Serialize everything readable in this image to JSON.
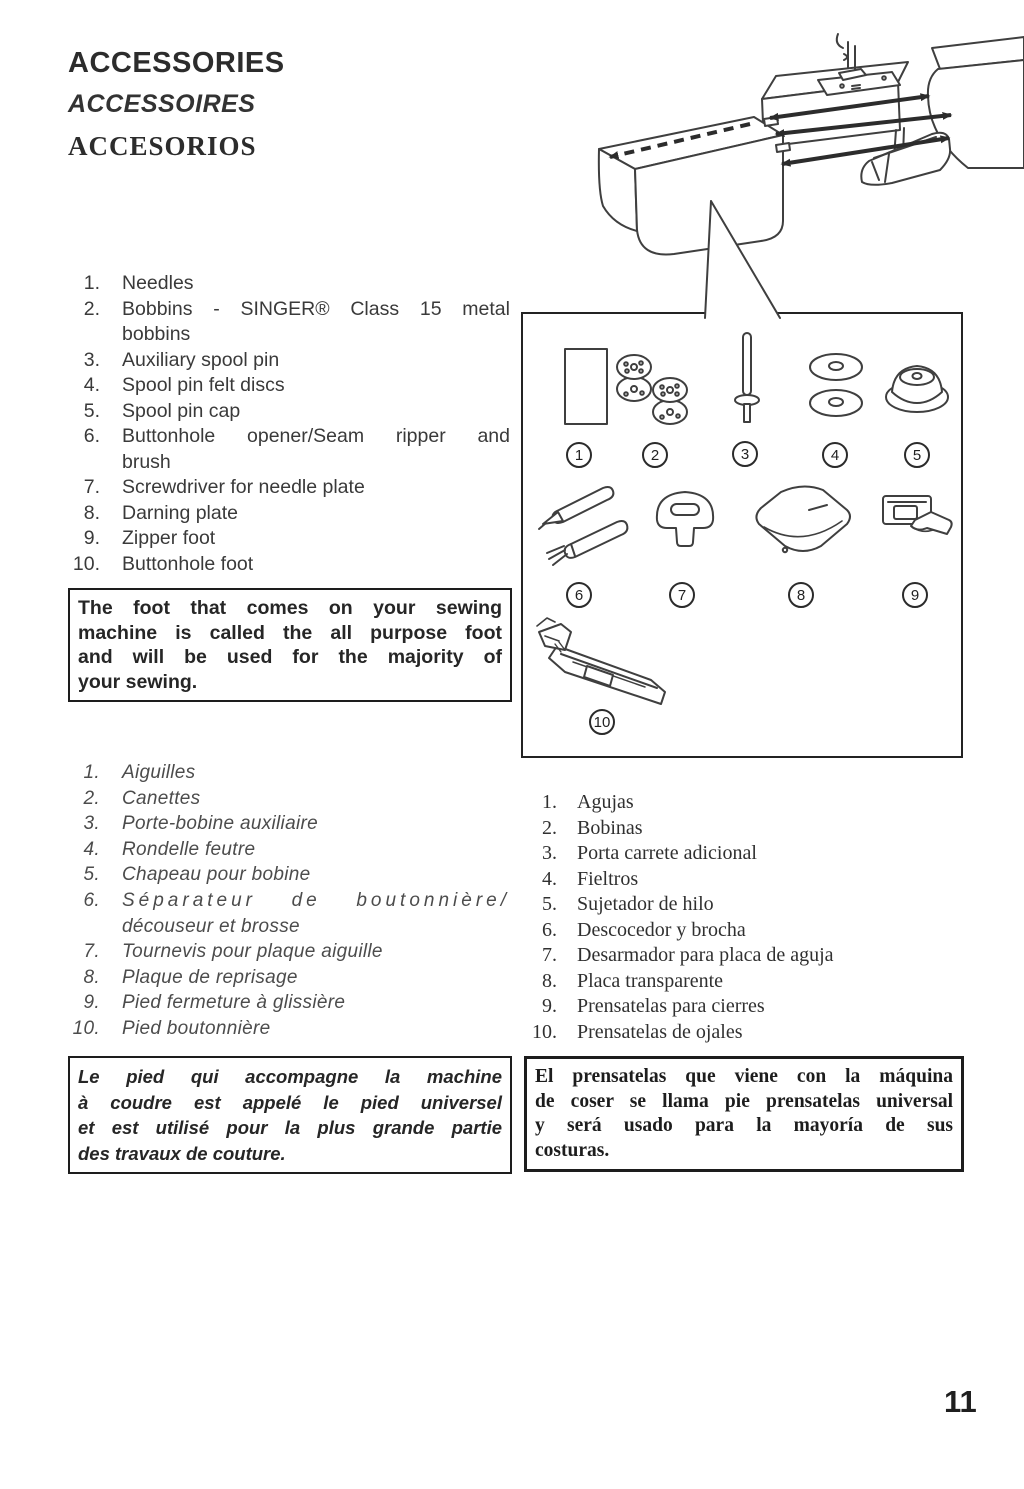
{
  "page": {
    "number": "11"
  },
  "title": {
    "english": "ACCESSORIES",
    "french": "ACCESSOIRES",
    "spanish": "ACCESORIOS"
  },
  "lists": {
    "english": [
      {
        "num": "1.",
        "text": "Needles"
      },
      {
        "num": "2.",
        "lines": [
          "Bobbins - SINGER® Class 15 metal",
          "bobbins"
        ]
      },
      {
        "num": "3.",
        "text": "Auxiliary spool pin"
      },
      {
        "num": "4.",
        "text": "Spool pin felt discs"
      },
      {
        "num": "5.",
        "text": "Spool pin cap"
      },
      {
        "num": "6.",
        "lines": [
          "Buttonhole opener/Seam ripper and",
          "brush"
        ]
      },
      {
        "num": "7.",
        "text": "Screwdriver for needle plate"
      },
      {
        "num": "8.",
        "text": "Darning plate"
      },
      {
        "num": "9.",
        "text": "Zipper foot"
      },
      {
        "num": "10.",
        "text": "Buttonhole foot"
      }
    ],
    "french": [
      {
        "num": "1.",
        "text": "Aiguilles"
      },
      {
        "num": "2.",
        "text": "Canettes"
      },
      {
        "num": "3.",
        "text": "Porte-bobine auxiliaire"
      },
      {
        "num": "4.",
        "text": "Rondelle feutre"
      },
      {
        "num": "5.",
        "text": "Chapeau pour bobine"
      },
      {
        "num": "6.",
        "lines": [
          "Séparateur de boutonnière/",
          "découseur et brosse"
        ]
      },
      {
        "num": "7.",
        "text": "Tournevis pour plaque aiguille"
      },
      {
        "num": "8.",
        "text": "Plaque de reprisage"
      },
      {
        "num": "9.",
        "text": "Pied fermeture à glissière"
      },
      {
        "num": "10.",
        "text": "Pied boutonnière"
      }
    ],
    "spanish": [
      {
        "num": "1.",
        "text": "Agujas"
      },
      {
        "num": "2.",
        "text": "Bobinas"
      },
      {
        "num": "3.",
        "text": "Porta carrete adicional"
      },
      {
        "num": "4.",
        "text": "Fieltros"
      },
      {
        "num": "5.",
        "text": "Sujetador de hilo"
      },
      {
        "num": "6.",
        "text": "Descocedor y brocha"
      },
      {
        "num": "7.",
        "text": "Desarmador para placa de aguja"
      },
      {
        "num": "8.",
        "text": "Placa transparente"
      },
      {
        "num": "9.",
        "text": "Prensatelas para cierres"
      },
      {
        "num": "10.",
        "text": "Prensatelas de ojales"
      }
    ]
  },
  "notes": {
    "english": {
      "lines": [
        "The foot that comes on your sewing",
        "machine is called the all purpose foot",
        "and will be used for the majority of",
        "your sewing."
      ]
    },
    "french": {
      "lines": [
        "Le pied qui accompagne la machine",
        "à coudre est appelé le pied universel",
        "et est utilisé pour la plus grande partie",
        "des travaux de couture."
      ]
    },
    "spanish": {
      "lines": [
        "El prensatelas que viene con la máquina",
        "de coser se llama pie prensatelas universal",
        "y será usado para la mayoría de sus",
        "costuras."
      ]
    }
  },
  "diagram": {
    "labels": [
      "1",
      "2",
      "3",
      "4",
      "5",
      "6",
      "7",
      "8",
      "9",
      "10"
    ],
    "items": [
      "needle-pack",
      "bobbins",
      "auxiliary-spool-pin",
      "spool-pin-felt-discs",
      "spool-pin-cap",
      "seam-ripper-and-brush",
      "screwdriver",
      "darning-plate",
      "zipper-foot",
      "buttonhole-foot"
    ]
  },
  "colors": {
    "ink": "#2c2c2c",
    "line": "#3f3f3f",
    "background": "#ffffff"
  }
}
